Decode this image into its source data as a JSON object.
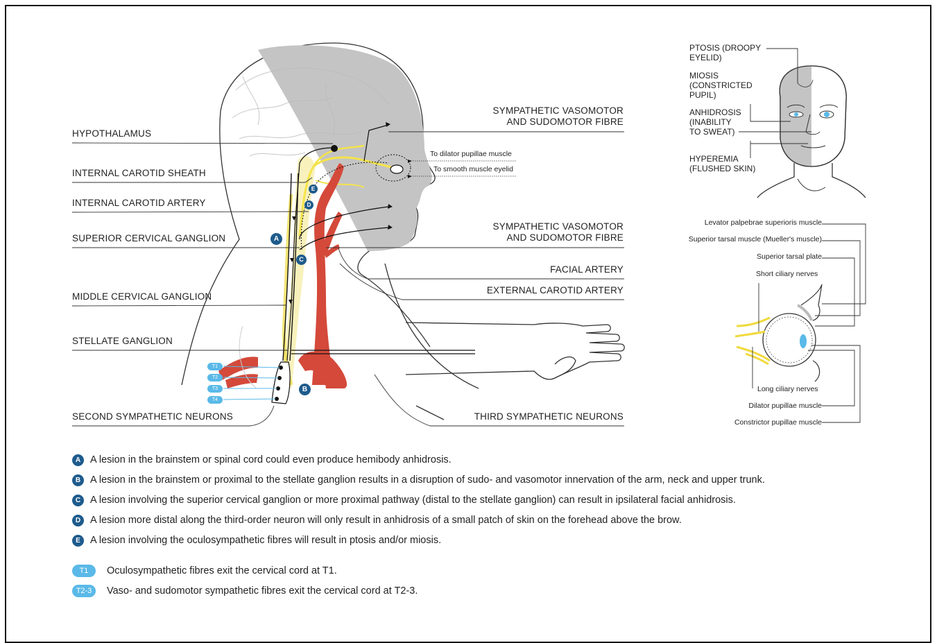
{
  "labels": {
    "hypothalamus": "HYPOTHALAMUS",
    "internal_carotid_sheath": "INTERNAL CAROTID SHEATH",
    "internal_carotid_artery": "INTERNAL CAROTID ARTERY",
    "superior_cervical_ganglion": "SUPERIOR CERVICAL GANGLION",
    "middle_cervical_ganglion": "MIDDLE CERVICAL GANGLION",
    "stellate_ganglion": "STELLATE GANGLION",
    "second_sympathetic_neurons": "SECOND SYMPATHETIC NEURONS",
    "sympathetic_fibre_top_1": "SYMPATHETIC VASOMOTOR",
    "sympathetic_fibre_top_2": "AND SUDOMOTOR FIBRE",
    "sympathetic_fibre_mid_1": "SYMPATHETIC VASOMOTOR",
    "sympathetic_fibre_mid_2": "AND SUDOMOTOR FIBRE",
    "facial_artery": "FACIAL ARTERY",
    "external_carotid_artery": "EXTERNAL CAROTID ARTERY",
    "third_sympathetic_neurons": "THIRD SYMPATHETIC NEURONS",
    "to_dilator": "To dilator pupillae muscle",
    "to_smooth": "To smooth muscle eyelid"
  },
  "face": {
    "ptosis": "PTOSIS (DROOPY\nEYELID)",
    "miosis": "MIOSIS\n(CONSTRICTED\nPUPIL)",
    "anhidrosis": "ANHIDROSIS\n(INABILITY\nTO SWEAT)",
    "hyperemia": "HYPEREMIA\n(FLUSHED SKIN)"
  },
  "eye": {
    "levator": "Levator palpebrae superioris muscle",
    "superior_tarsal_muscle": "Superior tarsal muscle (Mueller's muscle)",
    "superior_tarsal_plate": "Superior tarsal plate",
    "short_ciliary": "Short ciliary nerves",
    "long_ciliary": "Long ciliary nerves",
    "dilator": "Dilator pupillae muscle",
    "constrictor": "Constrictor pupillae muscle"
  },
  "badges": {
    "A": "A",
    "B": "B",
    "C": "C",
    "D": "D",
    "E": "E",
    "T1": "T1",
    "T2": "T2",
    "T3": "T3",
    "T4": "T4"
  },
  "legend": [
    {
      "badge": "A",
      "text": "A lesion in the brainstem or spinal cord could even produce hemibody anhidrosis."
    },
    {
      "badge": "B",
      "text": "A lesion in the brainstem or proximal to the stellate ganglion results in a disruption of sudo- and vasomotor innervation of the arm, neck and upper trunk."
    },
    {
      "badge": "C",
      "text": "A lesion involving the superior cervical ganglion or more proximal pathway (distal to the stellate ganglion) can result in ipsilateral facial anhidrosis."
    },
    {
      "badge": "D",
      "text": "A lesion more distal along the third-order neuron will only result in anhidrosis of a small patch of skin on the forehead above the brow."
    },
    {
      "badge": "E",
      "text": "A lesion involving the oculosympathetic fibres will result in ptosis and/or miosis."
    }
  ],
  "pills": [
    {
      "label": "T1",
      "text": "Oculosympathetic fibres exit the cervical cord at T1."
    },
    {
      "label": "T2-3",
      "text": "Vaso- and sudomotor sympathetic fibres exit the cervical cord at T2-3."
    }
  ],
  "colors": {
    "badge": "#1e5b8c",
    "pill": "#5ab9e8",
    "artery": "#d4493a",
    "nerve": "#f4e34a",
    "shade": "#bdbdbd"
  }
}
